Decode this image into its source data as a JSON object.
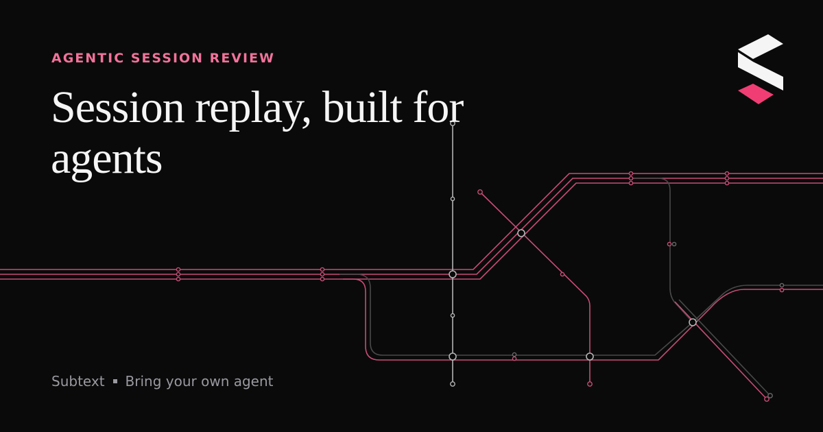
{
  "eyebrow": "AGENTIC SESSION REVIEW",
  "headline": "Session replay, built for agents",
  "subline": {
    "primary": "Subtext",
    "secondary": "Bring your own agent"
  },
  "colors": {
    "background": "#0a0a0a",
    "accent": "#f2729b",
    "rail_pink": "#c94d78",
    "rail_gray": "#4a4a4a",
    "rail_light": "#b5b5b5",
    "text": "#f5f5f5",
    "muted": "#9a99a0"
  },
  "icons": {
    "logo": "brand-stacked-bars-logo"
  }
}
